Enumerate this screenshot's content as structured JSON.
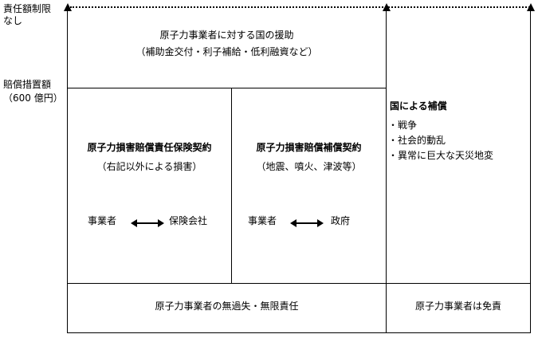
{
  "axis": {
    "liability_no_limit": [
      "責任額制限",
      "なし"
    ],
    "compensation_measure": [
      "賠償措置額",
      "（600 億円）"
    ]
  },
  "top_box": {
    "title": "原子力事業者に対する国の援助",
    "subtitle": "（補助金交付・利子補給・低利融資など）"
  },
  "insurance_box": {
    "title": "原子力損害賠償責任保険契約",
    "subtitle": "（右記以外による損害）",
    "left_party": "事業者",
    "right_party": "保険会社"
  },
  "indemnity_box": {
    "title": "原子力損害賠償補償契約",
    "subtitle": "（地震、噴火、津波等）",
    "left_party": "事業者",
    "right_party": "政府"
  },
  "state_comp": {
    "title": "国による補償",
    "items": [
      "・戦争",
      "・社会的動乱",
      "・異常に巨大な天災地変"
    ]
  },
  "bottom": {
    "left": "原子力事業者の無過失・無限責任",
    "right": "原子力事業者は免責"
  }
}
